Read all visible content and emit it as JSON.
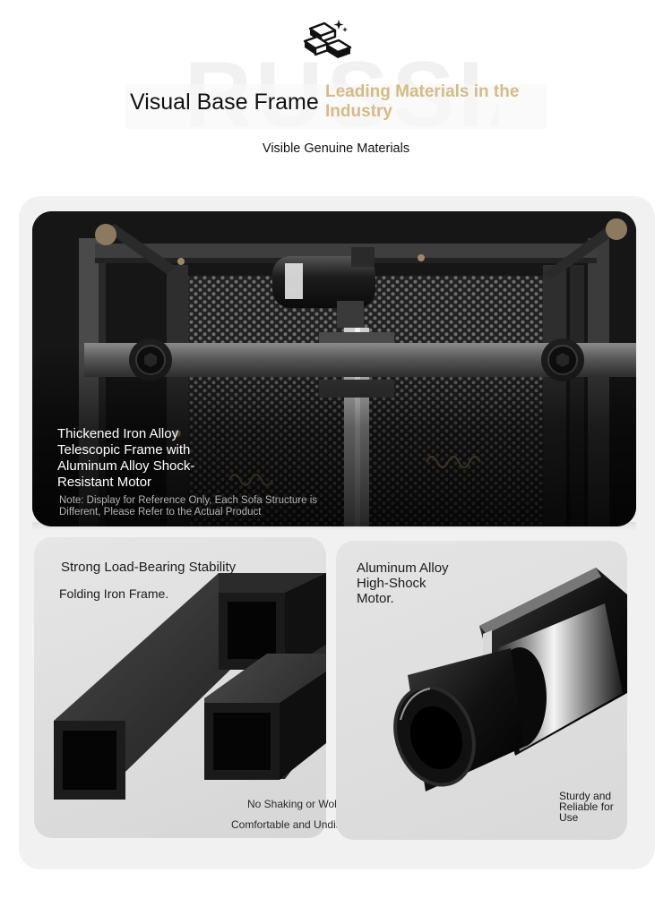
{
  "header": {
    "logo_icon": "gold-bars-icon",
    "watermark": "RUSSIA",
    "title": "Visual Base Frame",
    "title_accent": "Leading Materials in the Industry",
    "subtitle": "Visible Genuine Materials",
    "accent_color": "#d5bb85"
  },
  "photo": {
    "caption": "Thickened Iron Alloy Telescopic Frame with Aluminum Alloy Shock-Resistant Motor",
    "note": "Note: Display for Reference Only, Each Sofa Structure is Different, Please Refer to the Actual Product"
  },
  "left_panel": {
    "title": "Strong Load-Bearing Stability",
    "subtitle": "Folding Iron Frame.",
    "bottom_line_1": "No Shaking or Wobbling",
    "bottom_line_2": "Comfortable and Undisturbed"
  },
  "right_panel": {
    "title": "Aluminum Alloy High-Shock Motor.",
    "bottom": "Sturdy and Reliable for Use"
  },
  "colors": {
    "card_bg": "#f1f1f1",
    "frame_dark": "#1a1a1a"
  }
}
